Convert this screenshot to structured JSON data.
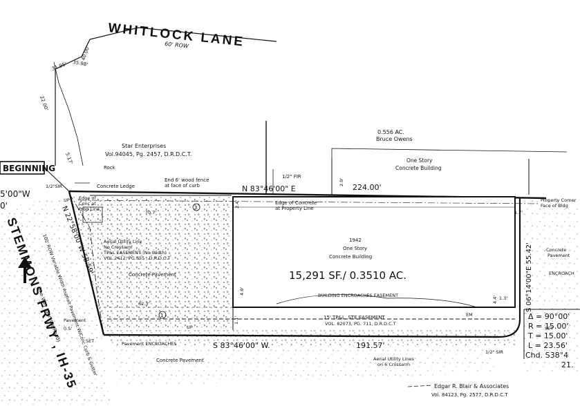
{
  "streets": {
    "whitlock": "WHITLOCK LANE",
    "whitlock_row": "60' ROW",
    "stemmons": "STEMMONS FRWY , IH-35",
    "stemmons_sub": "100' ROW Variable Width Asphalt Pavement W/Conc Curb & Gutter",
    "stemmons_service": "One Way (Service Road)"
  },
  "beginning": "BEGINNING",
  "labels": {
    "star": "Star Enterprises",
    "star_vol": "Vol.94045, Pg. 2457, D.R.D.C.T.",
    "acreage_ne": "0.556 AC.",
    "owner_ne": "Bruce Owens",
    "one_story_ne": "One Story",
    "concrete_bldg_ne": "Concrete Building",
    "rock": "Rock",
    "concrete_ledge": "Concrete Ledge",
    "wood_fence": "End 6' wood fence",
    "wood_fence2": "at face of curb",
    "fir": "1/2\" FIR",
    "edge_concrete": "Edge of Concrete",
    "edge_prop": "at Property Line",
    "edge_conc_left1": "Edge of",
    "edge_conc_left2": "Conc at",
    "edge_conc_left3": "Prop Line",
    "year": "1942",
    "one_story": "One Story",
    "concrete_bldg": "Concrete Building",
    "aerial1": "Aerial Utility Line",
    "aerial2": "No Crossarm",
    "tpl_ease": "TP&L EASEMENT (No Width)",
    "tpl_vol": "VOL.2412, PG.355 , D.R.D.C.T",
    "conc_pave": "Concrete  Pavement",
    "conc_pave2": "Concrete  Pavement",
    "encroach": "BUILDING ENCROACHES EASEMENT",
    "tpl15": "15' TP&L, STE EASEMENT",
    "tpl15_vol": "VOL. 82073, PG. 711, D.R.D.C.T",
    "aerial3": "Aerial Utility Lines",
    "aerial4": "on 6 Crossarm",
    "pave_encroach": "Pavement ENCROACHES",
    "pavement": "Pavement",
    "property_corner1": "Property Corner",
    "property_corner2": "Face of Bldg",
    "concrete_r": "Concrete",
    "pavement_r": "Pavement",
    "encroach_r": "ENCROACH",
    "surveyor": "Edgar R. Blair & Associates",
    "surveyor_sub": "Vol. 84123, Pg. 2577, D.R.D.C.T"
  },
  "area": "15,291 SF./ 0.3510 AC.",
  "bearings": {
    "north": "N 83°46'00\" E",
    "north_dist": "224.00'",
    "south": "S 83°46'00\" W.",
    "south_dist": "191.57'",
    "east": "S 06°14'00\"E  55.42'",
    "west": "N 22°58'00\"W  58.59'",
    "left_edge": "5'00\"W",
    "left_edge2": "0'"
  },
  "curve": {
    "delta": "Δ = 90°00'",
    "radius": "R = 15.00'",
    "tangent": "T = 15.00'",
    "length": "L = 23.56'",
    "chord": "Chd. S38°4",
    "chord2": "21."
  },
  "small": {
    "sir1": "1/2\"SIR",
    "sir2": "1/2\" SIR",
    "set1": "SET",
    "set2": "SET",
    "up1": "UP",
    "up2": "UP",
    "em": "EM",
    "d1": "70.7'",
    "d2": "62.3'",
    "d3": "4.0'",
    "d4": "2.4'",
    "d5": "2.0'",
    "d6": "1.7'",
    "d7": "1.3'",
    "d8": "1.1'",
    "d9": "0.5'",
    "d10": "4.4'",
    "n1": "3",
    "n2": "1",
    "whitlock_d1": "40.00'",
    "whitlock_d2": "35.98'",
    "whitlock_d3": "22.00'",
    "whitlock_d4": "31.95'",
    "whitlock_d5": "5.17'"
  }
}
